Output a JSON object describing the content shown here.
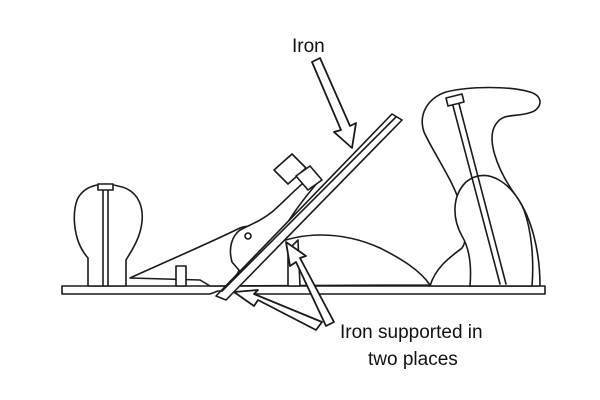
{
  "labels": {
    "iron": "Iron",
    "iron_supported_line1": "Iron supported in",
    "iron_supported_line2": "two places"
  },
  "colors": {
    "background": "#ffffff",
    "outline": "#1a1a1a",
    "text": "#111111"
  }
}
